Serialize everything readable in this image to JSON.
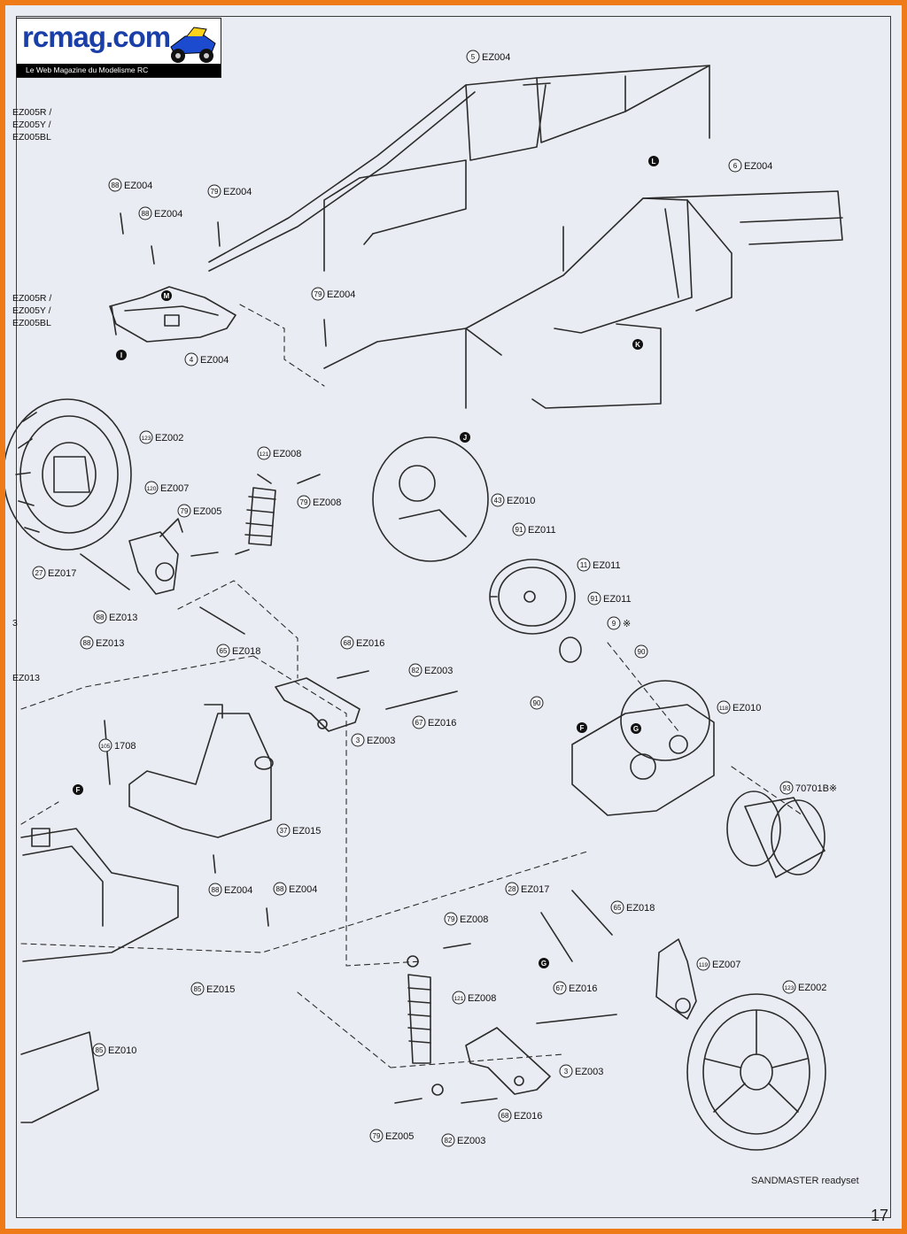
{
  "logo": {
    "name": "rcmag.com",
    "tagline": "Le Web Magazine du Modelisme RC"
  },
  "footer": {
    "model_name": "SANDMASTER  readyset",
    "page_number": "17"
  },
  "left_edge_text": [
    "EZ005R /",
    "EZ005Y /",
    "EZ005BL",
    "EZ005R /",
    "EZ005Y /",
    "EZ005BL",
    "3",
    "EZ013"
  ],
  "assembly_points": [
    "L",
    "M",
    "I",
    "K",
    "J",
    "F",
    "G",
    "G",
    "F"
  ],
  "callouts": [
    {
      "num": "5",
      "code": "EZ004"
    },
    {
      "num": "6",
      "code": "EZ004"
    },
    {
      "num": "88",
      "code": "EZ004"
    },
    {
      "num": "88",
      "code": "EZ004"
    },
    {
      "num": "79",
      "code": "EZ004"
    },
    {
      "num": "79",
      "code": "EZ004"
    },
    {
      "num": "4",
      "code": "EZ004"
    },
    {
      "num": "123",
      "code": "EZ002"
    },
    {
      "num": "121",
      "code": "EZ008"
    },
    {
      "num": "120",
      "code": "EZ007"
    },
    {
      "num": "79",
      "code": "EZ005"
    },
    {
      "num": "79",
      "code": "EZ008"
    },
    {
      "num": "43",
      "code": "EZ010"
    },
    {
      "num": "91",
      "code": "EZ011"
    },
    {
      "num": "11",
      "code": "EZ011"
    },
    {
      "num": "91",
      "code": "EZ011"
    },
    {
      "num": "9",
      "code": "※"
    },
    {
      "num": "90",
      "code": ""
    },
    {
      "num": "90",
      "code": ""
    },
    {
      "num": "27",
      "code": "EZ017"
    },
    {
      "num": "88",
      "code": "EZ013"
    },
    {
      "num": "88",
      "code": "EZ013"
    },
    {
      "num": "65",
      "code": "EZ018"
    },
    {
      "num": "68",
      "code": "EZ016"
    },
    {
      "num": "82",
      "code": "EZ003"
    },
    {
      "num": "67",
      "code": "EZ016"
    },
    {
      "num": "3",
      "code": "EZ003"
    },
    {
      "num": "118",
      "code": "EZ010"
    },
    {
      "num": "105",
      "code": "1708"
    },
    {
      "num": "37",
      "code": "EZ015"
    },
    {
      "num": "93",
      "code": "70701B※"
    },
    {
      "num": "88",
      "code": "EZ004"
    },
    {
      "num": "88",
      "code": "EZ004"
    },
    {
      "num": "28",
      "code": "EZ017"
    },
    {
      "num": "65",
      "code": "EZ018"
    },
    {
      "num": "79",
      "code": "EZ008"
    },
    {
      "num": "119",
      "code": "EZ007"
    },
    {
      "num": "85",
      "code": "EZ015"
    },
    {
      "num": "121",
      "code": "EZ008"
    },
    {
      "num": "67",
      "code": "EZ016"
    },
    {
      "num": "123",
      "code": "EZ002"
    },
    {
      "num": "85",
      "code": "EZ010"
    },
    {
      "num": "3",
      "code": "EZ003"
    },
    {
      "num": "68",
      "code": "EZ016"
    },
    {
      "num": "79",
      "code": "EZ005"
    },
    {
      "num": "82",
      "code": "EZ003"
    }
  ]
}
